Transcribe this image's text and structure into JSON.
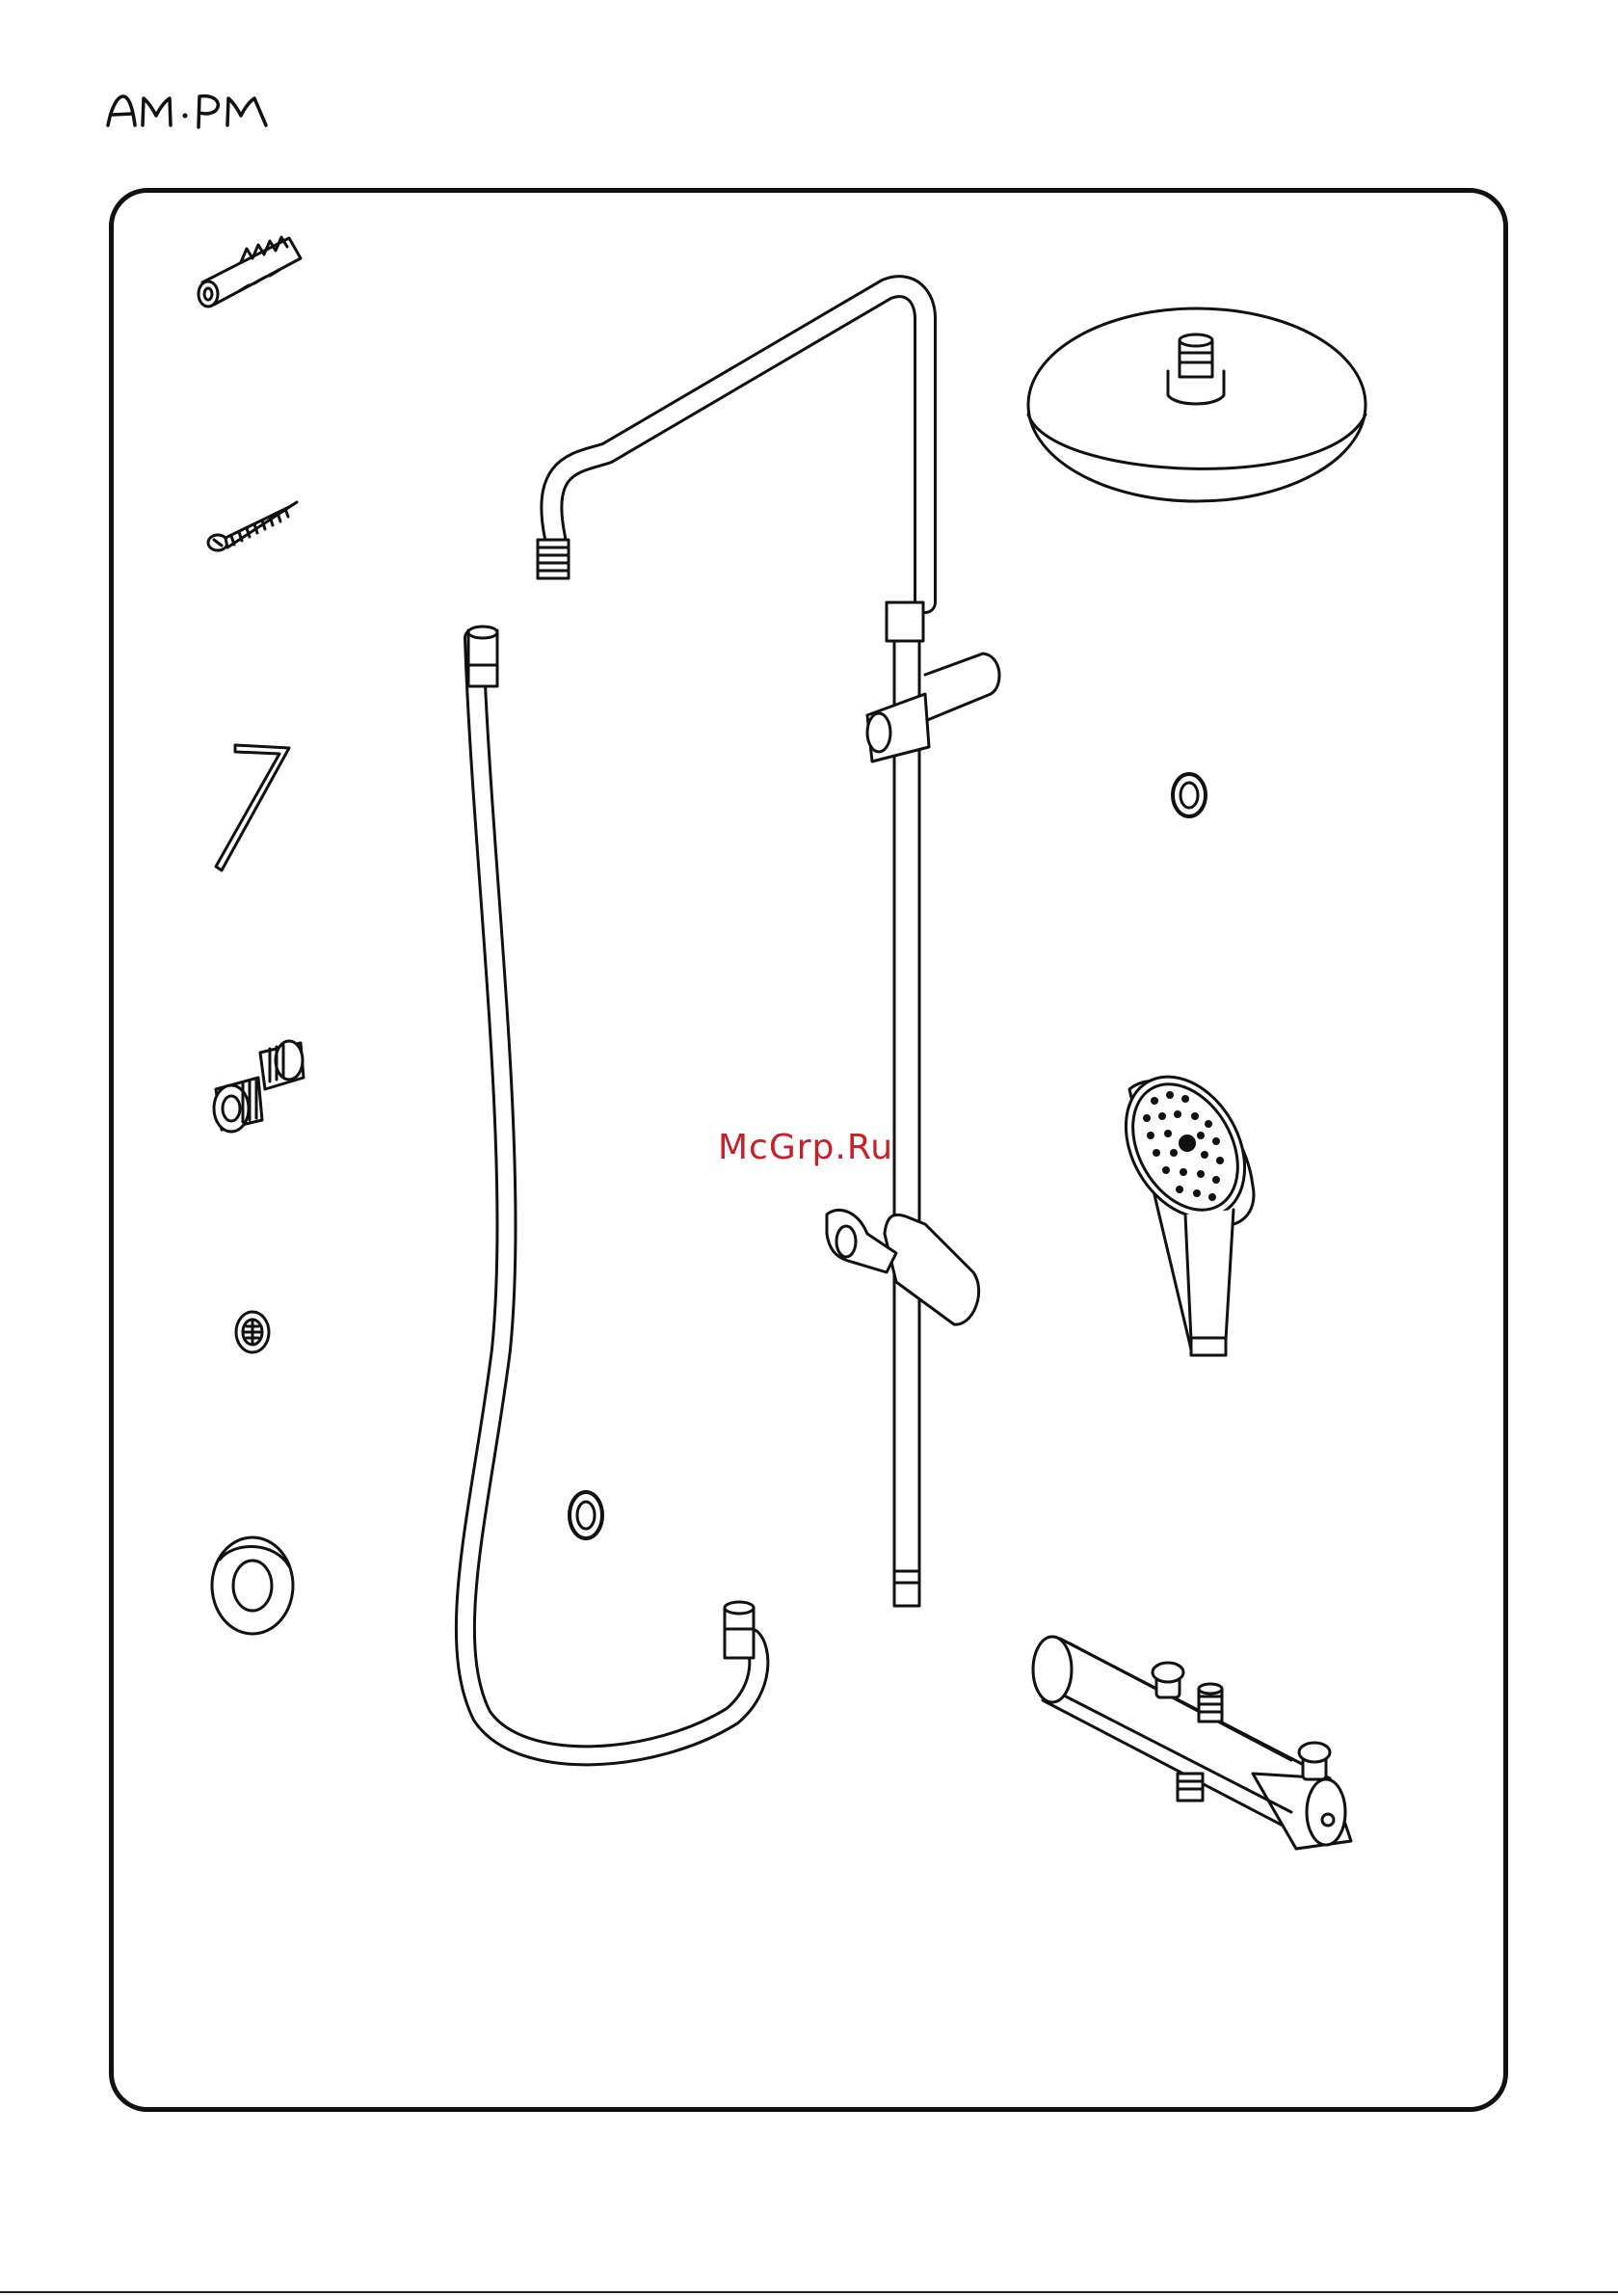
{
  "brand": {
    "logo_text": "AM·PM"
  },
  "watermark": "McGrp.Ru",
  "parts": [
    {
      "name": "wall-plug",
      "icon": "wall-plug-icon"
    },
    {
      "name": "screw",
      "icon": "screw-icon"
    },
    {
      "name": "hex-key",
      "icon": "hex-key-icon"
    },
    {
      "name": "eccentric-adapter",
      "icon": "eccentric-adapter-icon"
    },
    {
      "name": "filter-washer",
      "icon": "filter-washer-icon"
    },
    {
      "name": "decorative-flange",
      "icon": "flange-icon"
    },
    {
      "name": "shower-hose",
      "icon": "hose-icon"
    },
    {
      "name": "hose-gasket",
      "icon": "gasket-icon"
    },
    {
      "name": "shower-rail",
      "icon": "shower-rail-icon"
    },
    {
      "name": "overhead-shower",
      "icon": "overhead-shower-icon"
    },
    {
      "name": "overhead-gasket",
      "icon": "gasket-icon"
    },
    {
      "name": "hand-shower",
      "icon": "hand-shower-icon"
    },
    {
      "name": "thermostatic-mixer",
      "icon": "thermostatic-mixer-icon"
    }
  ]
}
